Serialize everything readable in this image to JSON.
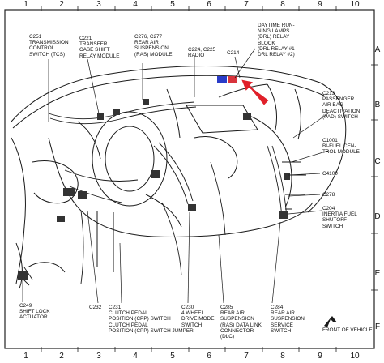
{
  "grid": {
    "columns": [
      "1",
      "2",
      "3",
      "4",
      "5",
      "6",
      "7",
      "8",
      "9",
      "10"
    ],
    "rows": [
      "A",
      "B",
      "C",
      "D",
      "E",
      "F"
    ]
  },
  "labels": {
    "c251": "C251\nTRANSMISSION\nCONTROL\nSWITCH (TCS)",
    "c221": "C221\nTRANSFER\nCASE SHIFT\nRELAY MODULE",
    "c276": "C276, C277\nREAR AIR\nSUSPENSION\n(RAS) MODULE",
    "c224": "C224, C225\nRADIO",
    "c214": "C214",
    "daytime": "DAYTIME RUN-\nNING LAMPS\n(DRL) RELAY\nBLOCK\n(DRL RELAY #1\nDRL RELAY #2)",
    "c213": "C213\nPASSENGER\nAIR BAG\nDEACTIVATION\n(PAD) SWITCH",
    "c1001": "C1001\nBI-FUEL CEN-\nTROL MODULE",
    "c4100": "C4100",
    "c278": "C278",
    "c204": "C204\nINERTIA FUEL\nSHUTOFF\nSWITCH",
    "c249": "C249\nSHIFT LOCK\nACTUATOR",
    "c232": "C232",
    "c231": "C231\nCLUTCH PEDAL\nPOSITION (CPP) SWITCH\nCLUTCH PEDAL\nPOSITION (CPP) SWITCH JUMPER",
    "c230": "C230\n4 WHEEL\nDRIVE MODE\nSWITCH",
    "c285": "C285\nREAR AIR\nSUSPENSION\n(RAS) DATA LINK\nCONNECTOR\n(DLC)",
    "c284": "C284\nREAR AIR\nSUSPENSION\nSERVICE\nSWITCH",
    "front": "FRONT OF VEHICLE"
  },
  "colors": {
    "line": "#1a1a1a",
    "arrow": "#e0202a",
    "connector_blue": "#2a3cc8",
    "connector_red": "#d8343c"
  }
}
